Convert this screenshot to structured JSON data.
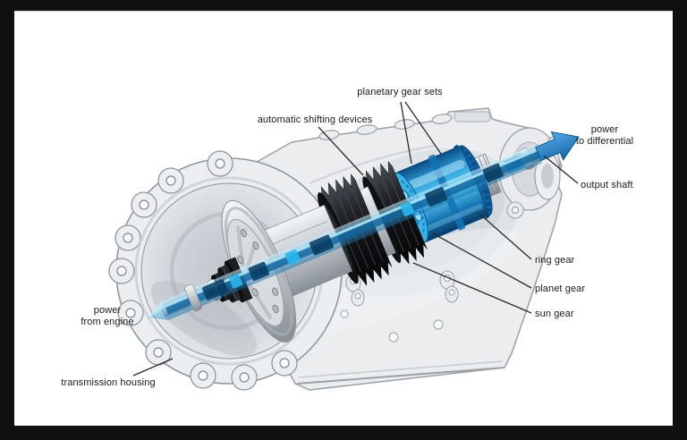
{
  "diagram": {
    "subject": "automatic transmission cutaway",
    "labels": [
      {
        "id": "planetary-gear-sets",
        "lines": [
          "planetary gear sets"
        ]
      },
      {
        "id": "automatic-shifting-devices",
        "lines": [
          "automatic shifting devices"
        ]
      },
      {
        "id": "power-to-differential",
        "lines": [
          "power",
          "to differential"
        ]
      },
      {
        "id": "output-shaft",
        "lines": [
          "output shaft"
        ]
      },
      {
        "id": "ring-gear",
        "lines": [
          "ring gear"
        ]
      },
      {
        "id": "planet-gear",
        "lines": [
          "planet gear"
        ]
      },
      {
        "id": "sun-gear",
        "lines": [
          "sun gear"
        ]
      },
      {
        "id": "power-from-engine",
        "lines": [
          "power",
          "from engine"
        ]
      },
      {
        "id": "transmission-housing",
        "lines": [
          "transmission housing"
        ]
      }
    ],
    "colors": {
      "frame_background": "#101010",
      "canvas_background": "#ffffff",
      "power_flow_blue": "#2e8fd6",
      "planetary_cyan": "#35b6e8",
      "housing_gray": "#eceef0",
      "clutch_dark": "#17191c",
      "label_text": "#1b1b1b"
    }
  }
}
